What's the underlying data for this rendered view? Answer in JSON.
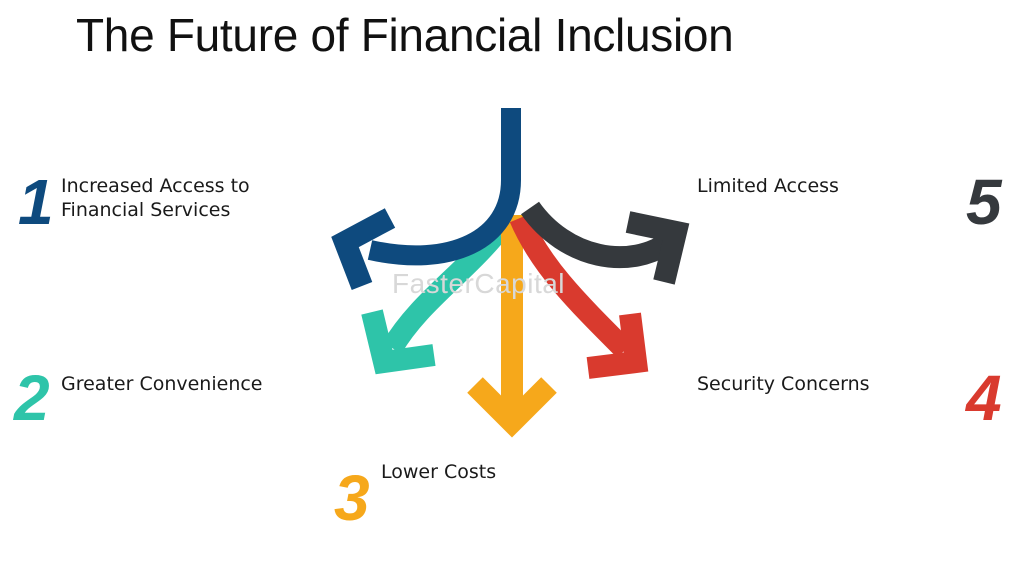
{
  "title": "The Future of Financial Inclusion",
  "watermark": "FasterCapital",
  "items": [
    {
      "number": "1",
      "label": "Increased Access to\nFinancial Services",
      "color": "#0e4a7e"
    },
    {
      "number": "2",
      "label": "Greater Convenience",
      "color": "#2ec4a9"
    },
    {
      "number": "3",
      "label": "Lower Costs",
      "color": "#f6a81b"
    },
    {
      "number": "4",
      "label": "Security Concerns",
      "color": "#d93a2e"
    },
    {
      "number": "5",
      "label": "Limited Access",
      "color": "#35393d"
    }
  ]
}
